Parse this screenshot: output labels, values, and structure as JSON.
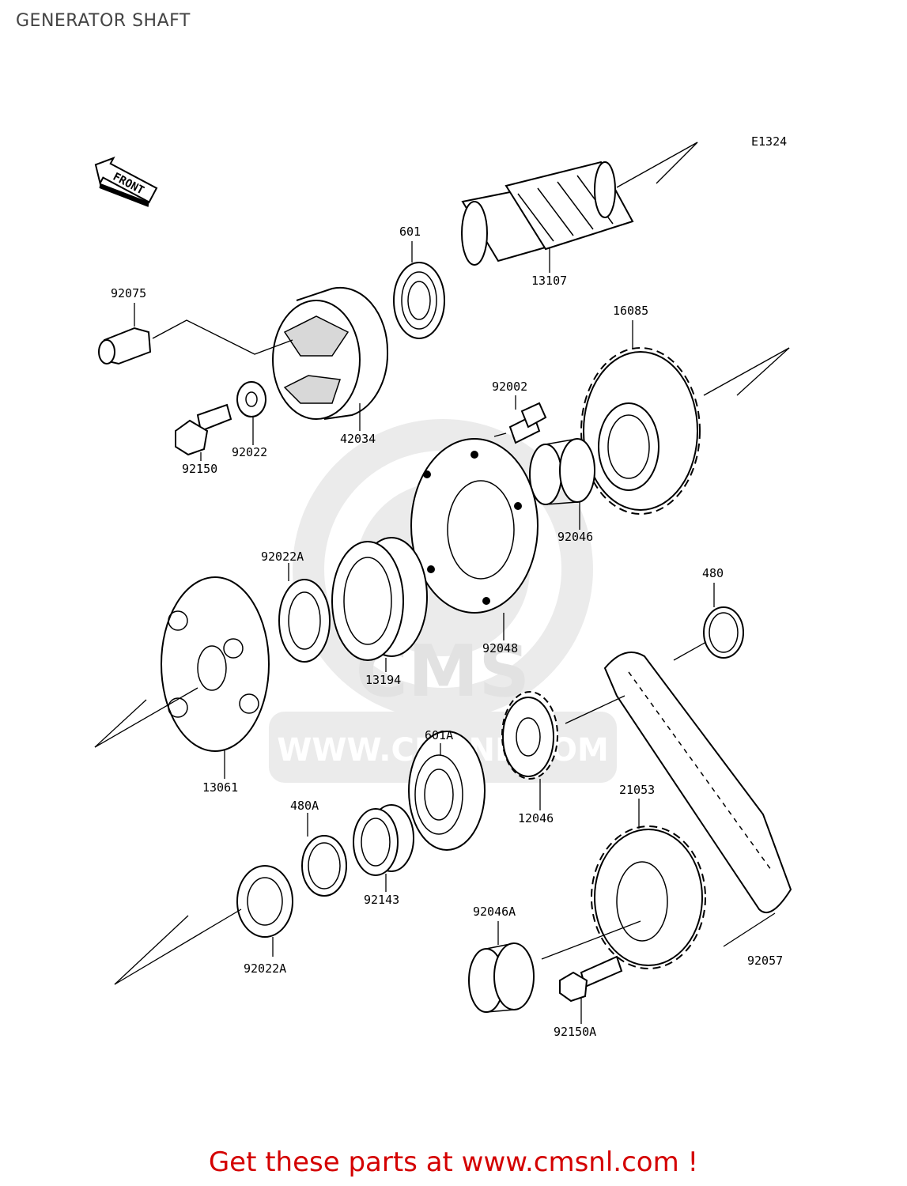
{
  "title": "GENERATOR SHAFT",
  "diagram_code": "E1324",
  "front_arrow": "FRONT",
  "watermark": {
    "brand": "CMS",
    "url": "WWW.CMSNL.COM"
  },
  "parts": [
    {
      "id": "601"
    },
    {
      "id": "13107"
    },
    {
      "id": "92075"
    },
    {
      "id": "16085"
    },
    {
      "id": "92002"
    },
    {
      "id": "92022"
    },
    {
      "id": "42034"
    },
    {
      "id": "92150"
    },
    {
      "id": "92046"
    },
    {
      "id": "92022A"
    },
    {
      "id": "480"
    },
    {
      "id": "92048"
    },
    {
      "id": "13194"
    },
    {
      "id": "601A"
    },
    {
      "id": "13061"
    },
    {
      "id": "21053"
    },
    {
      "id": "480A"
    },
    {
      "id": "12046"
    },
    {
      "id": "92143"
    },
    {
      "id": "92046A"
    },
    {
      "id": "92022A"
    },
    {
      "id": "92057"
    },
    {
      "id": "92150A"
    }
  ],
  "cta": "Get these parts at www.cmsnl.com !"
}
